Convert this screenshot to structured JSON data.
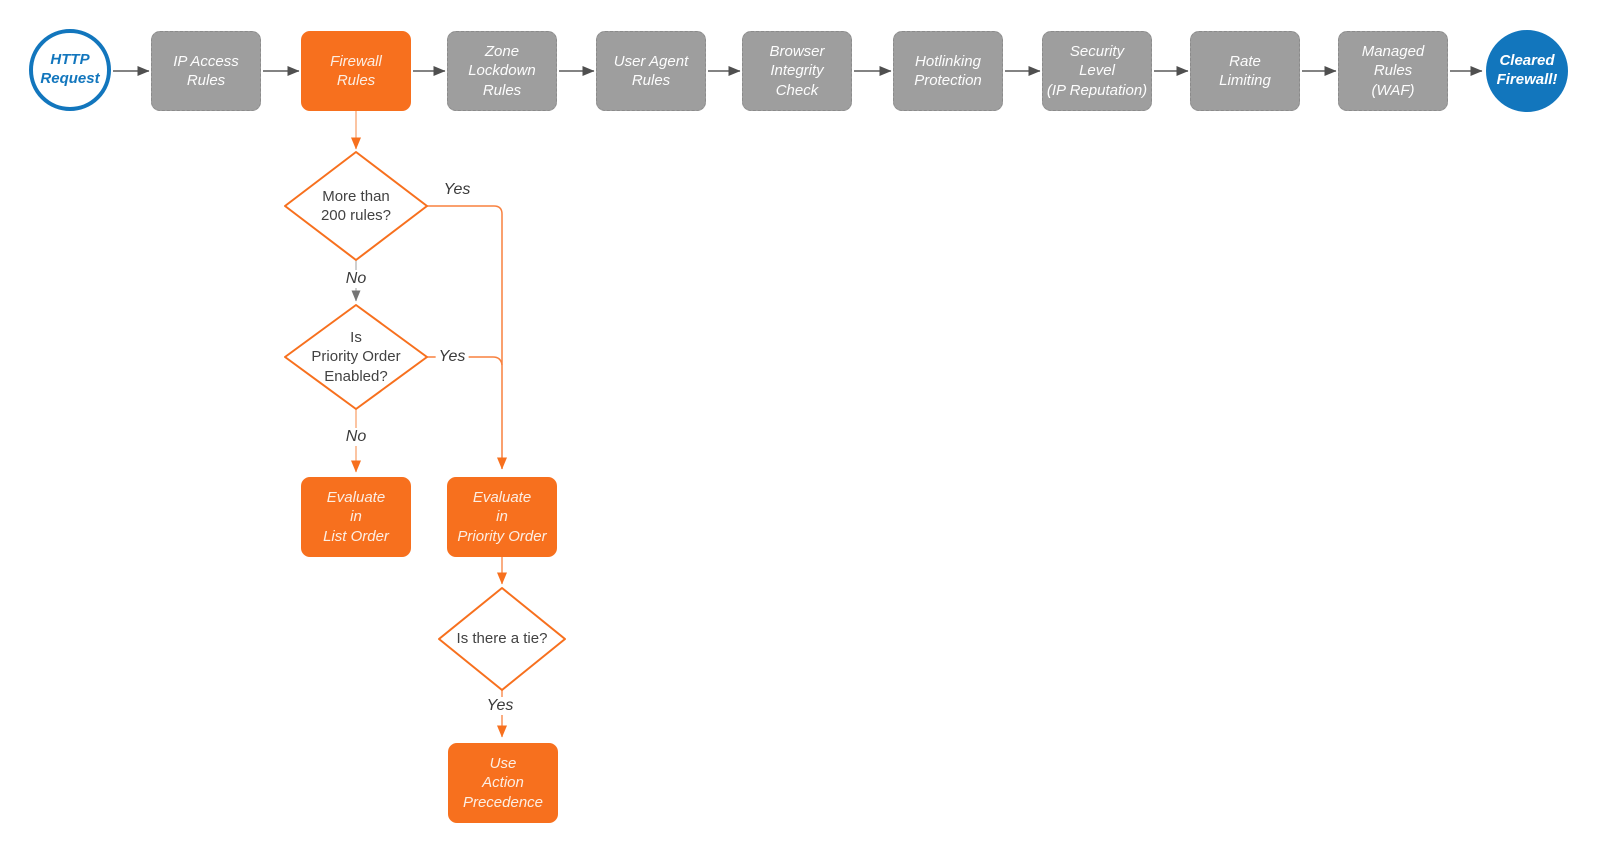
{
  "diagram": {
    "description": "Firewall HTTP request evaluation flowchart"
  },
  "colors": {
    "accent_orange": "#F7701E",
    "node_gray": "#9E9E9E",
    "endpoint_blue": "#1276BD",
    "arrow_dark": "#4F4F4F",
    "text_dark": "#424242"
  },
  "pipeline": {
    "start": {
      "label": "HTTP\nRequest"
    },
    "steps": [
      {
        "id": "ip-access-rules",
        "label": "IP Access\nRules"
      },
      {
        "id": "firewall-rules",
        "label": "Firewall\nRules",
        "highlight": true
      },
      {
        "id": "zone-lockdown-rules",
        "label": "Zone\nLockdown\nRules"
      },
      {
        "id": "user-agent-rules",
        "label": "User Agent\nRules"
      },
      {
        "id": "browser-integrity-check",
        "label": "Browser\nIntegrity\nCheck"
      },
      {
        "id": "hotlinking-protection",
        "label": "Hotlinking\nProtection"
      },
      {
        "id": "security-level",
        "label": "Security\nLevel\n(IP Reputation)"
      },
      {
        "id": "rate-limiting",
        "label": "Rate\nLimiting"
      },
      {
        "id": "managed-rules-waf",
        "label": "Managed\nRules\n(WAF)"
      }
    ],
    "end": {
      "label": "Cleared\nFirewall!"
    }
  },
  "branch": {
    "decision_rules_count": {
      "label": "More than\n200 rules?",
      "yes": "Yes",
      "no": "No"
    },
    "decision_priority_order": {
      "label": "Is\nPriority Order\nEnabled?",
      "yes": "Yes",
      "no": "No"
    },
    "evaluate_list_order": {
      "label": "Evaluate\nin\nList Order"
    },
    "evaluate_priority_order": {
      "label": "Evaluate\nin\nPriority Order"
    },
    "decision_tie": {
      "label": "Is there a tie?",
      "yes": "Yes"
    },
    "use_action_precedence": {
      "label": "Use\nAction\nPrecedence"
    }
  }
}
